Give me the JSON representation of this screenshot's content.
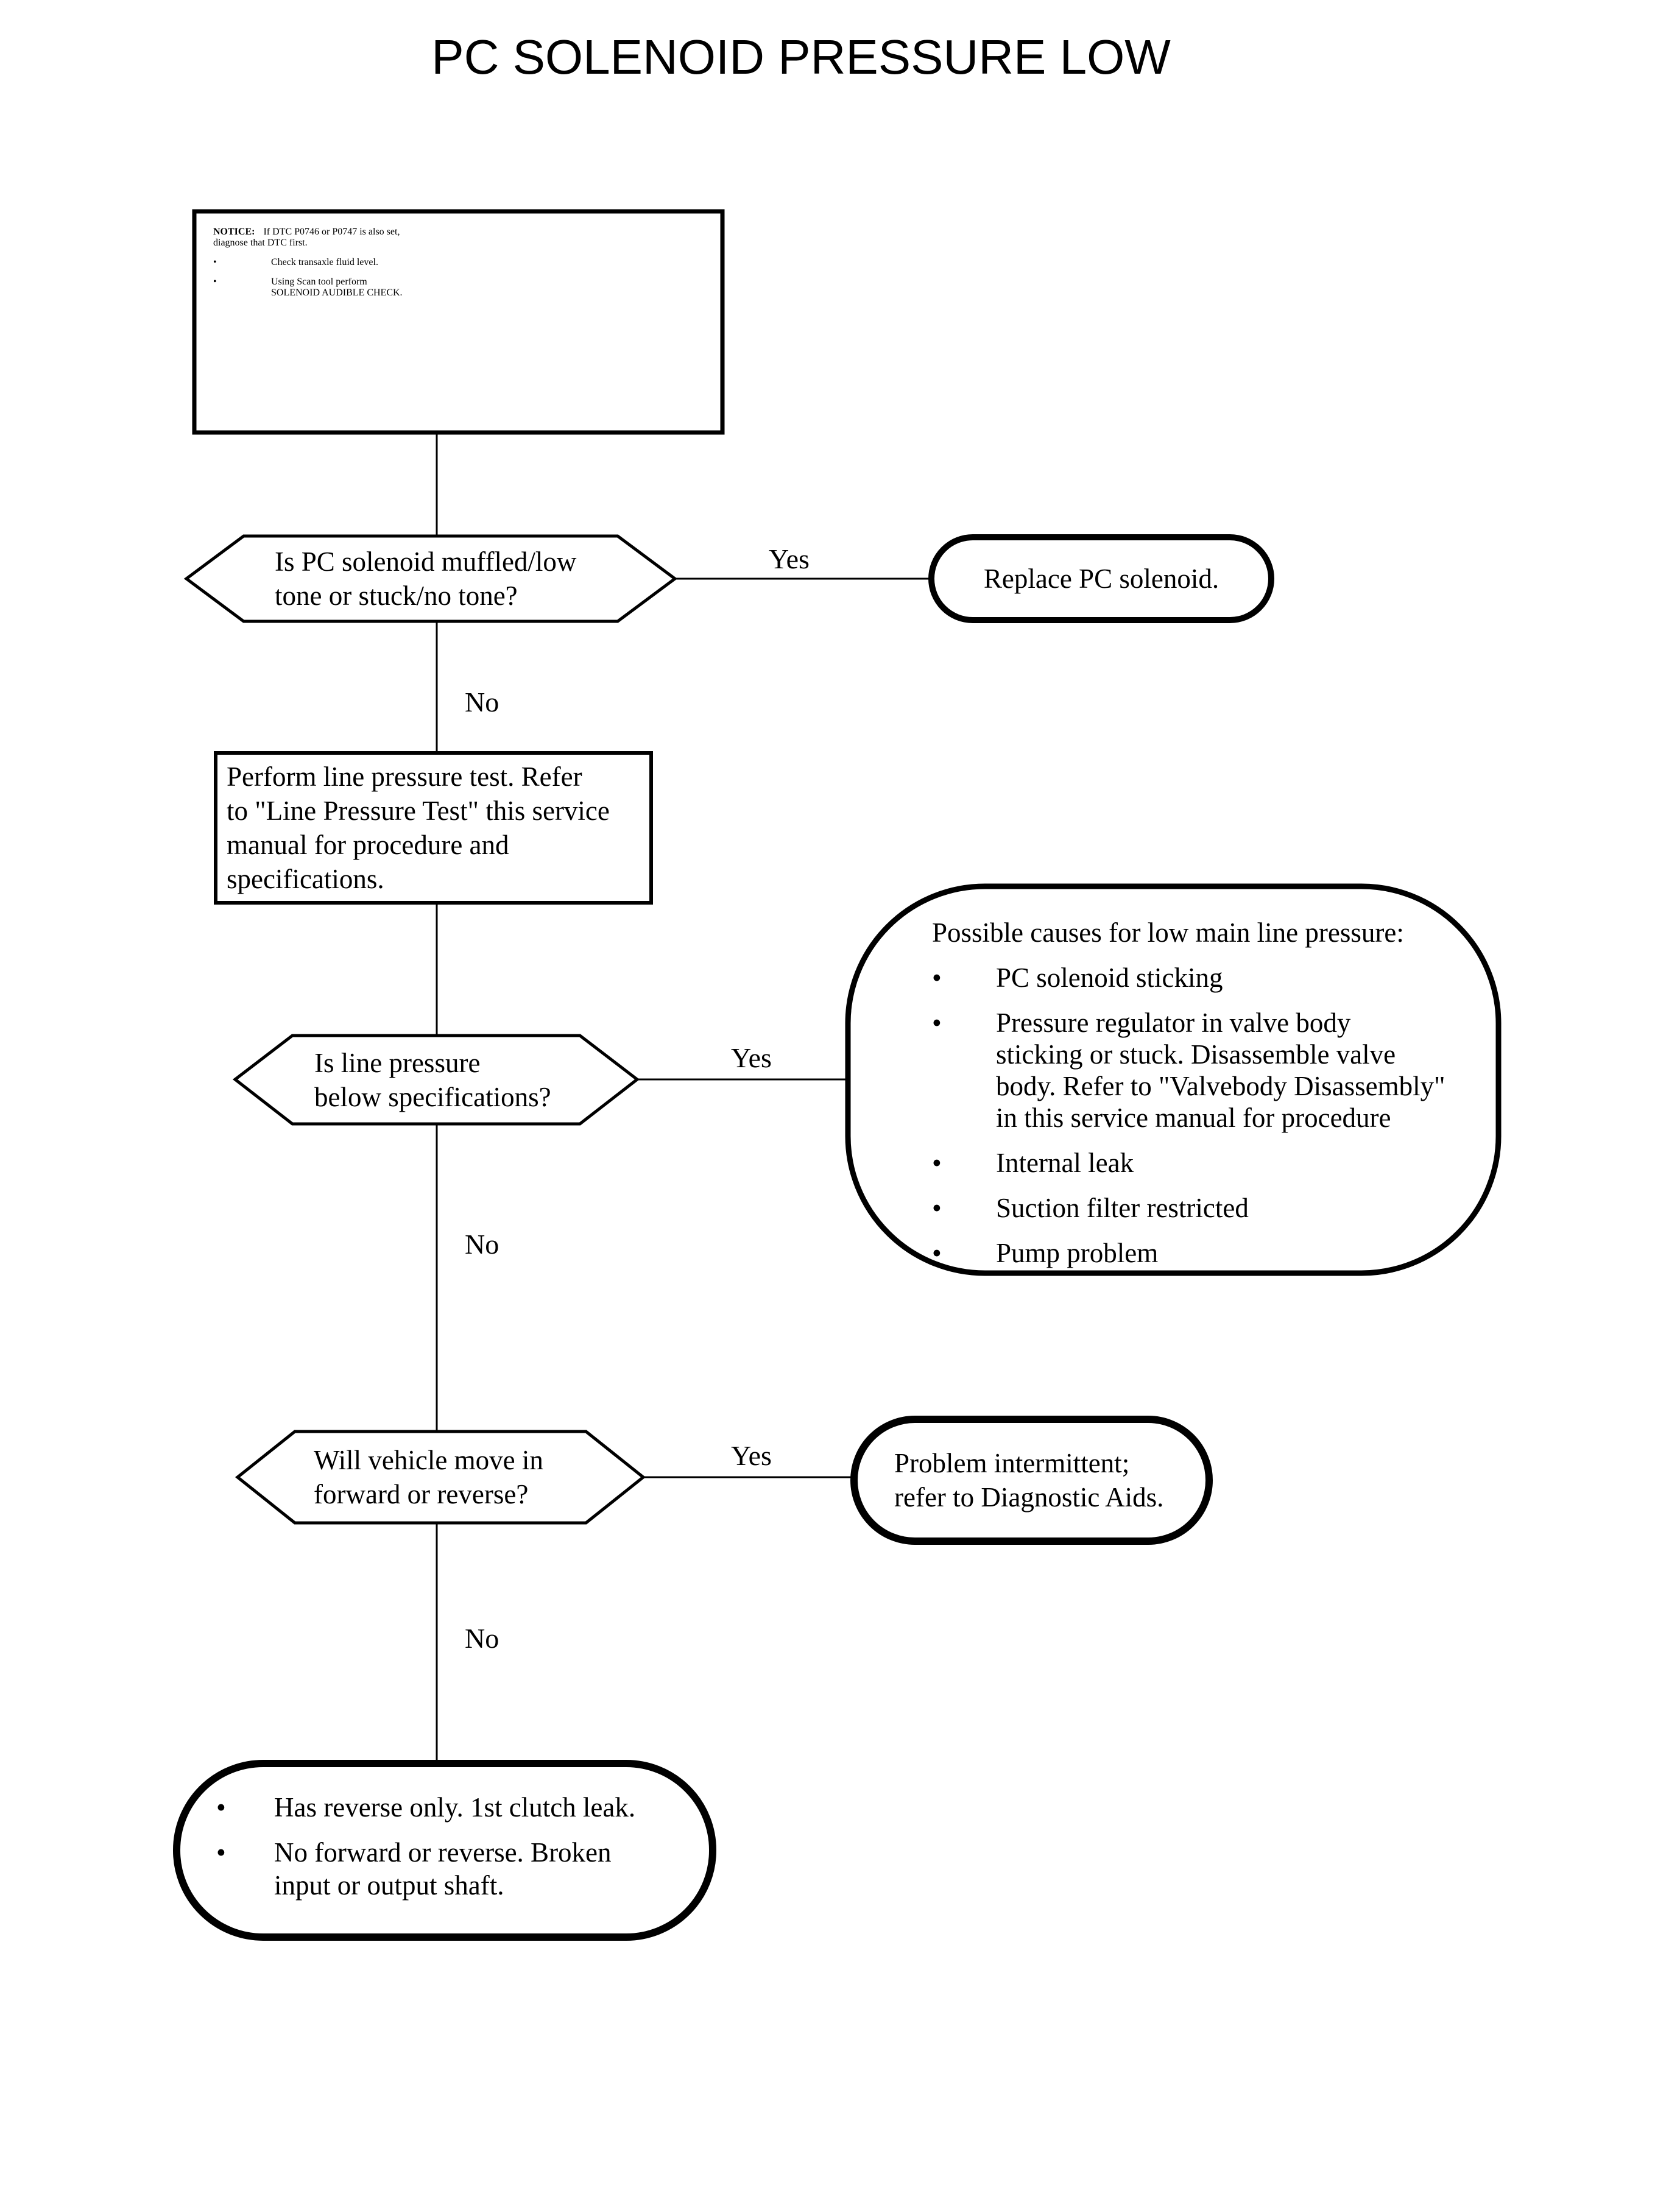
{
  "page": {
    "title": "PC SOLENOID PRESSURE LOW",
    "background_color": "#ffffff",
    "line_color": "#000000"
  },
  "notice_box": {
    "label": "NOTICE:",
    "lead_text": "If DTC P0746 or P0747 is also set,\ndiagnose that DTC first.",
    "bullet_glyph": "•",
    "items": [
      {
        "text": "Check transaxle fluid level."
      },
      {
        "text": "Using Scan tool perform\nSOLENOID AUDIBLE CHECK."
      }
    ]
  },
  "decision_solenoid_tone": {
    "text": "Is PC solenoid muffled/low\ntone or stuck/no tone?",
    "yes_label": "Yes",
    "no_label": "No"
  },
  "action_replace_solenoid": {
    "text": "Replace PC solenoid."
  },
  "process_line_pressure_test": {
    "text": "Perform line pressure test. Refer\nto \"Line Pressure Test\" this service\nmanual for procedure and specifications."
  },
  "decision_line_pressure": {
    "text": "Is line pressure\nbelow specifications?",
    "yes_label": "Yes",
    "no_label": "No"
  },
  "causes_box": {
    "heading": "Possible causes for low main line pressure:",
    "bullet_glyph": "•",
    "items": [
      {
        "text": "PC solenoid sticking"
      },
      {
        "text": "Pressure regulator in valve body\nsticking or stuck. Disassemble valve\nbody. Refer to \"Valvebody Disassembly\"\nin this service manual for procedure"
      },
      {
        "text": "Internal leak"
      },
      {
        "text": "Suction filter restricted"
      },
      {
        "text": "Pump problem"
      }
    ]
  },
  "decision_vehicle_move": {
    "text": "Will vehicle move in\nforward or reverse?",
    "yes_label": "Yes",
    "no_label": "No"
  },
  "action_intermittent": {
    "text": "Problem intermittent;\nrefer to Diagnostic Aids."
  },
  "outcome_box": {
    "bullet_glyph": "•",
    "items": [
      {
        "text": "Has reverse only. 1st clutch leak."
      },
      {
        "text": "No forward or reverse. Broken\ninput or output shaft."
      }
    ]
  }
}
